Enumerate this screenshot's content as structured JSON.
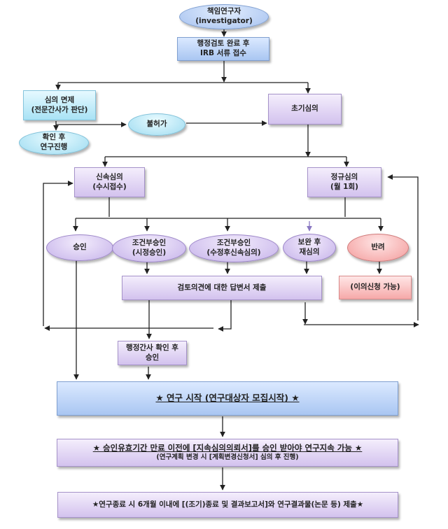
{
  "diagram": {
    "type": "flowchart",
    "colors": {
      "blue": "#a9c6f2",
      "cyan": "#a8e2f5",
      "purple": "#d3c2ee",
      "pink": "#f6a9a9",
      "connector": "#222222",
      "accent_arrow": "#8a78c2"
    },
    "nodes": {
      "investigator": {
        "line1": "책임연구자",
        "line2": "(investigator)"
      },
      "irb_receipt": {
        "line1": "행정검토 완료 후",
        "line2": "IRB 서류 접수"
      },
      "exempt": {
        "line1": "심의 면제",
        "line2": "(전문간사가 판단)"
      },
      "exempt_proceed": {
        "line1": "확인 후",
        "line2": "연구진행"
      },
      "not_allowed": {
        "line1": "불허가"
      },
      "initial_review": {
        "line1": "초기심의"
      },
      "expedited": {
        "line1": "신속심의",
        "line2": "(수시접수)"
      },
      "regular": {
        "line1": "정규심의",
        "line2": "(월 1회)"
      },
      "approved": {
        "line1": "승인"
      },
      "cond_approved_1": {
        "line1": "조건부승인",
        "line2": "(시정승인)"
      },
      "cond_approved_2": {
        "line1": "조건부승인",
        "line2": "(수정후신속심의)"
      },
      "revise_rereview": {
        "line1": "보완 후",
        "line2": "재심의"
      },
      "rejected": {
        "line1": "반려"
      },
      "appeal": {
        "line1": "(이의신청 가능)"
      },
      "response_submit": {
        "line1": "검토의견에 대한 답변서 제출"
      },
      "admin_approve": {
        "line1": "행정간사 확인 후",
        "line2": "승인"
      },
      "study_start": {
        "line1": "★ 연구 시작 (연구대상자 모집시작) ★"
      },
      "continuation": {
        "line1": "★ 승인유효기간 만료 이전에 [지속심의의뢰서]를 승인 받아야 연구지속 가능 ★",
        "line2": "(연구계획 변경 시 [계획변경신청서] 심의 후 진행)"
      },
      "study_end": {
        "line1": "★연구종료 시 6개월 이내에 [(조기)종료 및 결과보고서]와 연구결과물(논문 등) 제출★"
      }
    }
  }
}
